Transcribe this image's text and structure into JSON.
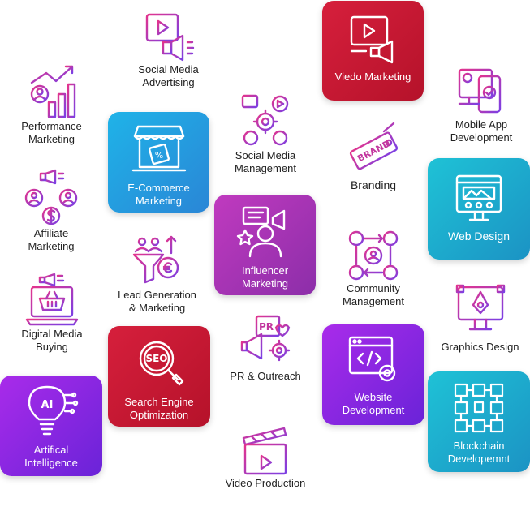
{
  "colors": {
    "icon_gradient_start": "#e3348d",
    "icon_gradient_end": "#7b3fe4",
    "tile_red": "#c9182f",
    "tile_blue": "#2697df",
    "tile_purple": "#7f26e0",
    "tile_magenta": "#a634b5"
  },
  "services": {
    "performance": "Performance\nMarketing",
    "social_ads": "Social Media\nAdvertising",
    "video_marketing": "Viedo Marketing",
    "mobile_app": "Mobile App\nDevelopment",
    "ecommerce": "E-Commerce\nMarketing",
    "social_mgmt": "Social Media\nManagement",
    "branding": "Branding",
    "affiliate": "Affiliate\nMarketing",
    "influencer": "Influencer\nMarketing",
    "web_design": "Web Design",
    "lead_gen": "Lead Generation\n& Marketing",
    "community": "Community\nManagement",
    "digital_media": "Digital Media\nBuying",
    "graphics": "Graphics Design",
    "seo": "Search Engine\nOptimization",
    "pr": "PR & Outreach",
    "web_dev": "Website\nDevelopment",
    "ai": "Artifical\nIntelligence",
    "blockchain": "Blockchain\nDevelopemnt",
    "video_production": "Video Production"
  },
  "icon_text": {
    "brand": "BRAND",
    "seo": "SEO",
    "pr": "PR",
    "ai": "AI",
    "percent": "%"
  }
}
